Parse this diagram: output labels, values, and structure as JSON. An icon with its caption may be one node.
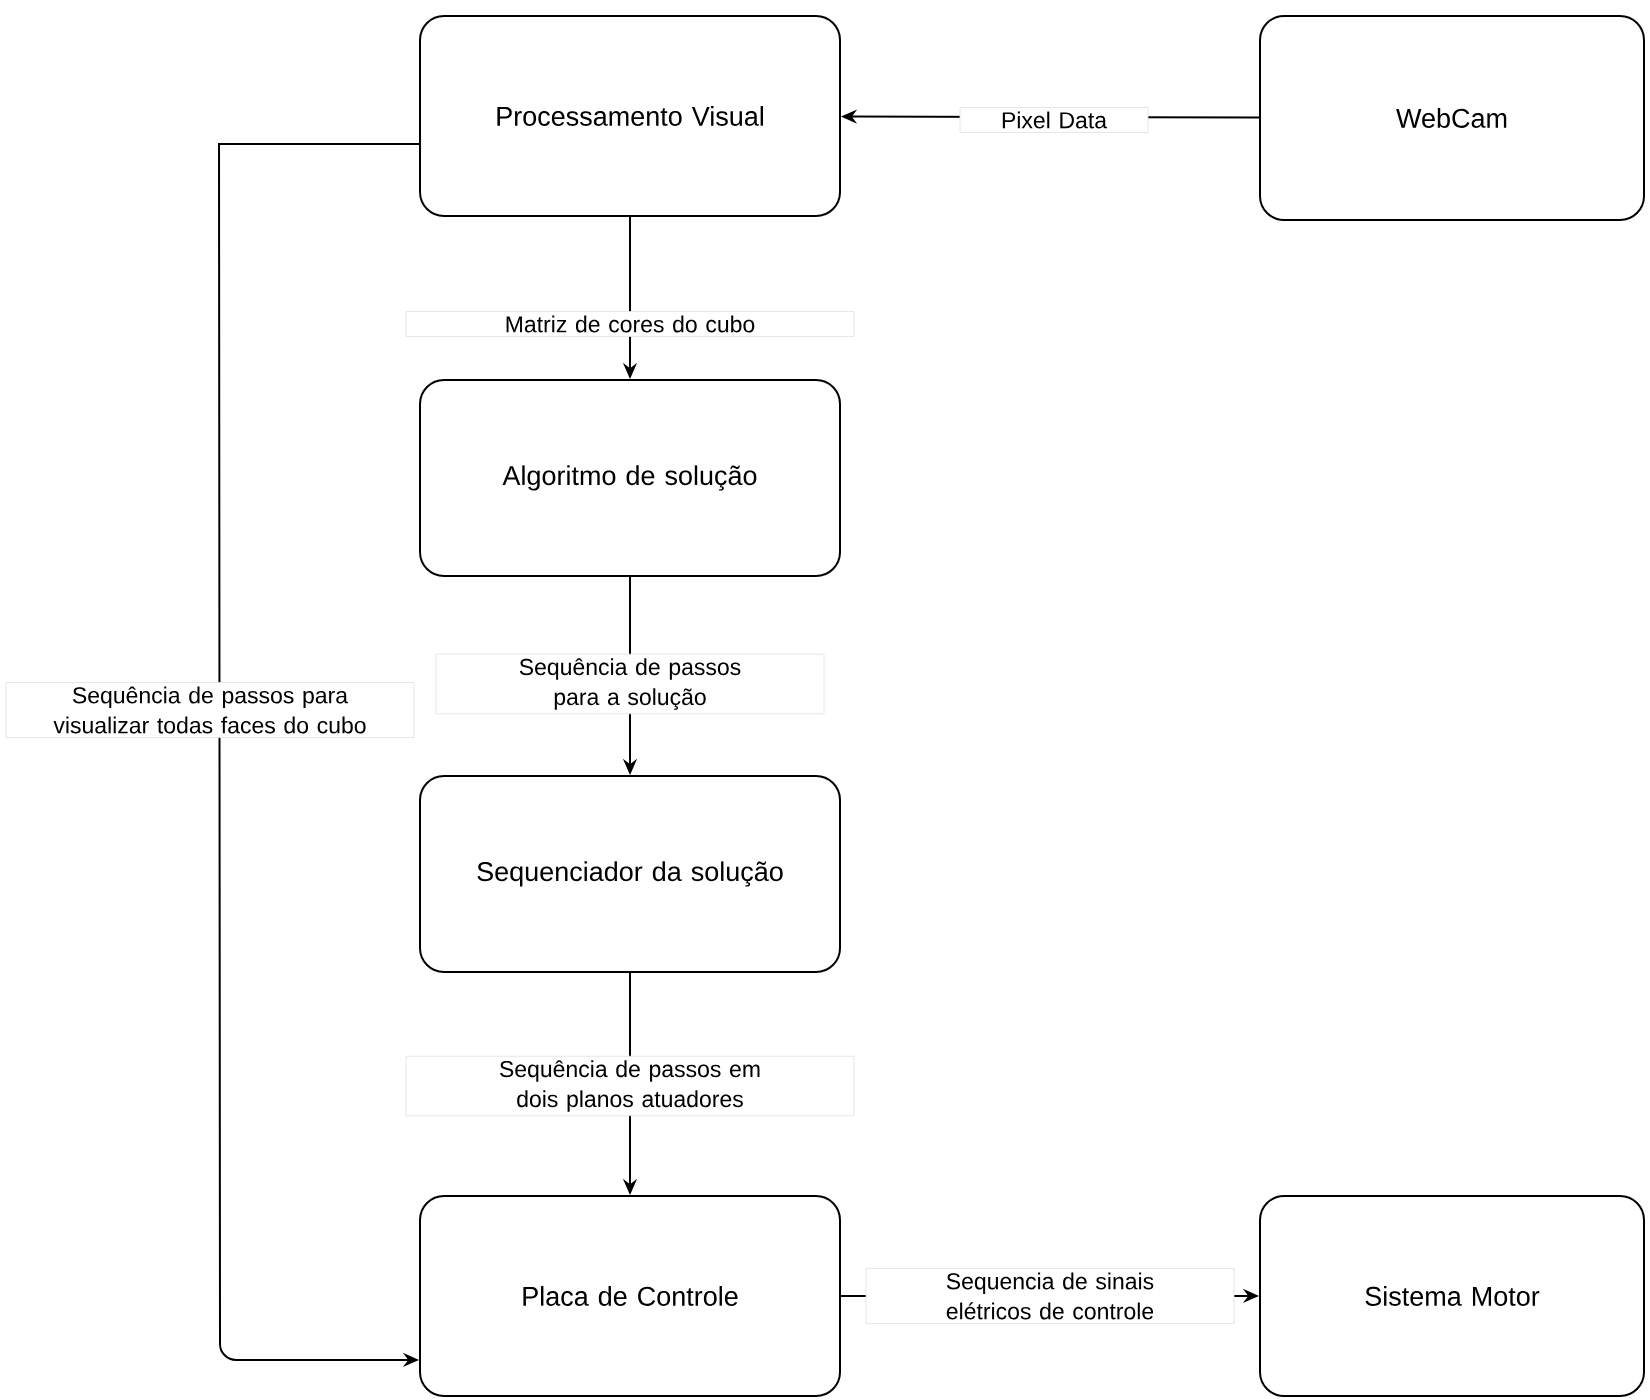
{
  "diagram": {
    "nodes": [
      {
        "text": [
          "Processamento Visual"
        ]
      },
      {
        "text": [
          "WebCam"
        ]
      },
      {
        "text": [
          "Algoritmo de solução"
        ]
      },
      {
        "text": [
          "Sequenciador da solução"
        ]
      },
      {
        "text": [
          "Placa de Controle"
        ]
      },
      {
        "text": [
          "Sistema Motor"
        ]
      }
    ],
    "edges": [
      {
        "from": 1,
        "to": 0,
        "arrow": "to",
        "label": "Pixel Data"
      },
      {
        "from": 0,
        "to": 2,
        "arrow": "to",
        "label": "Matriz de cores do cubo"
      },
      {
        "from": 2,
        "to": 3,
        "arrow": "to",
        "label": "Sequência de passos para a solução"
      },
      {
        "from": 3,
        "to": 4,
        "arrow": "to",
        "label": "Sequência de passos em dois planos atuadores"
      },
      {
        "from": 0,
        "to": 4,
        "arrow": "to",
        "label": "Sequência de passos para visualizar todas faces do cubo"
      },
      {
        "from": 4,
        "to": 5,
        "arrow": "to",
        "label": "Sequencia de sinais elétricos de controle"
      }
    ]
  }
}
